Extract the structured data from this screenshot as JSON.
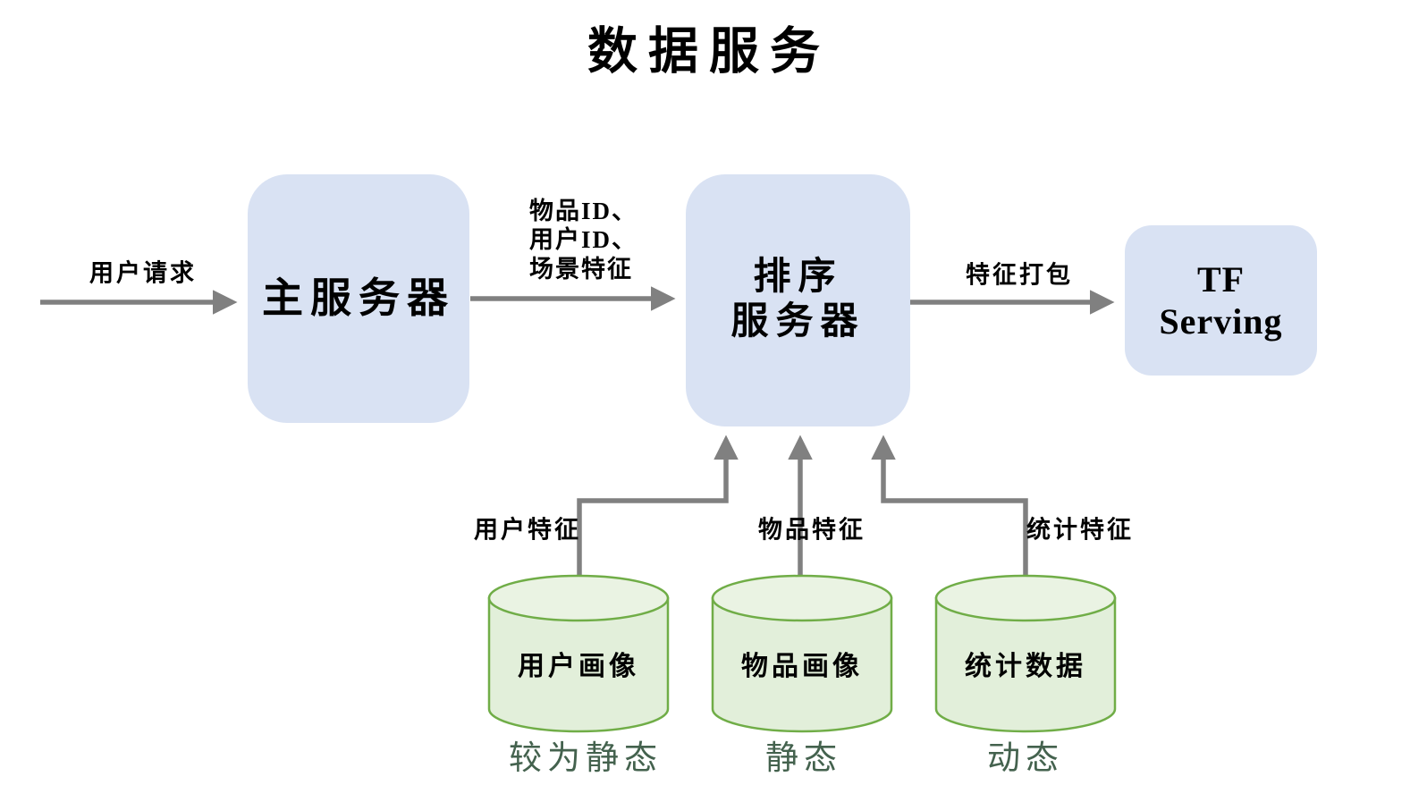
{
  "title": "数据服务",
  "nodes": {
    "main_server": {
      "label": "主服务器"
    },
    "rank_server": {
      "line1": "排序",
      "line2": "服务器"
    },
    "tf_serving": {
      "line1": "TF",
      "line2": "Serving"
    }
  },
  "edges": {
    "user_request": {
      "label": "用户请求"
    },
    "request_payload": {
      "line1": "物品ID、",
      "line2": "用户ID、",
      "line3": "场景特征"
    },
    "feature_pack": {
      "label": "特征打包"
    },
    "user_features": {
      "label": "用户特征"
    },
    "item_features": {
      "label": "物品特征"
    },
    "stat_features": {
      "label": "统计特征"
    }
  },
  "databases": {
    "user_profile": {
      "label": "用户画像",
      "caption": "较为静态"
    },
    "item_profile": {
      "label": "物品画像",
      "caption": "静态"
    },
    "stats": {
      "label": "统计数据",
      "caption": "动态"
    }
  },
  "colors": {
    "node_fill": "#d9e2f3",
    "db_fill": "#e2efda",
    "db_stroke": "#70ad47",
    "arrow": "#808080",
    "caption_text": "#44624e",
    "text": "#000000"
  }
}
